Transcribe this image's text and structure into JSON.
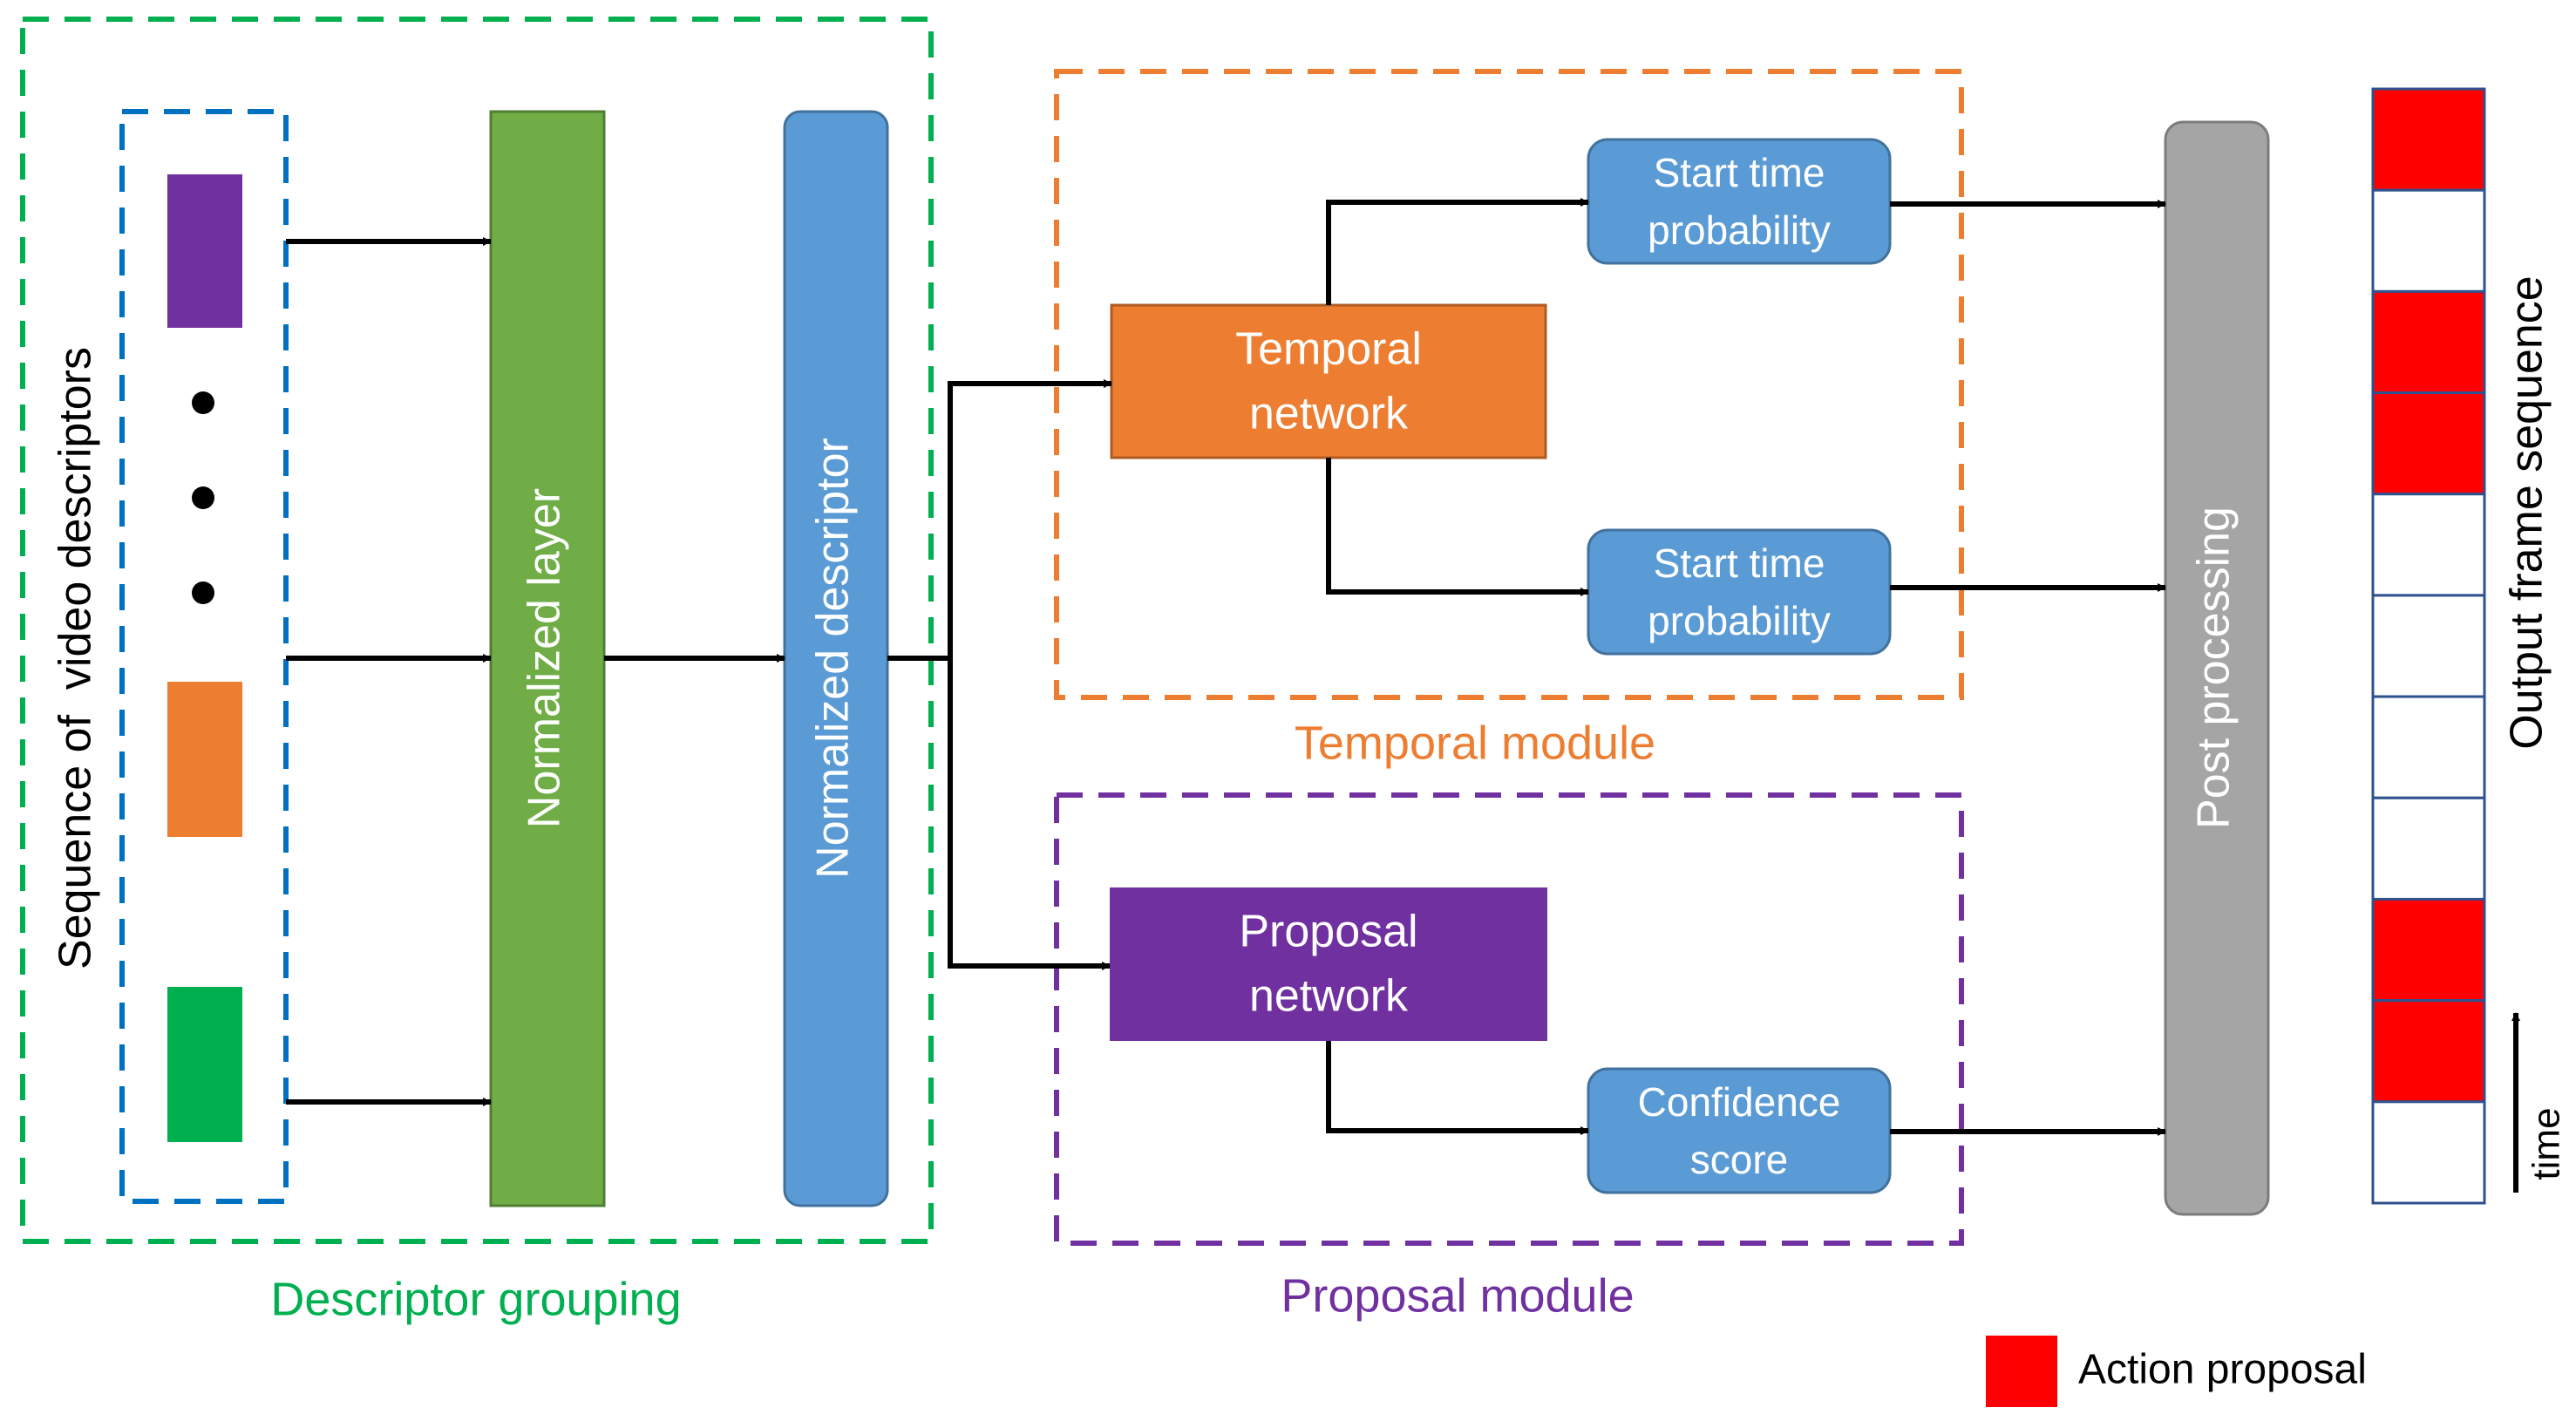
{
  "labels": {
    "input_sequence": "Sequence of  video descriptors",
    "normalized_layer": "Normalized layer",
    "normalized_descriptor": "Normalized descriptor",
    "temporal_network_line1": "Temporal",
    "temporal_network_line2": "network",
    "proposal_network_line1": "Proposal",
    "proposal_network_line2": "network",
    "start_prob_a_line1": "Start time",
    "start_prob_a_line2": "probability",
    "start_prob_b_line1": "Start time",
    "start_prob_b_line2": "probability",
    "confidence_line1": "Confidence",
    "confidence_line2": "score",
    "post_processing": "Post processing",
    "output_sequence": "Output frame sequence",
    "time": "time",
    "descriptor_grouping": "Descriptor grouping",
    "temporal_module": "Temporal module",
    "proposal_module": "Proposal module",
    "legend_action_proposal": "Action proposal"
  },
  "output_frames": [
    true,
    false,
    true,
    true,
    false,
    false,
    false,
    false,
    true,
    true,
    false
  ],
  "colors": {
    "grouping_border": "#00b050",
    "input_border": "#0070c0",
    "descriptor_purple": "#7030a0",
    "descriptor_orange": "#ed7d31",
    "descriptor_green": "#00b050",
    "normalized_layer_fill": "#70ad47",
    "normalized_descriptor_fill": "#5b9bd5",
    "temporal_network_fill": "#ed7d31",
    "proposal_network_fill": "#7030a0",
    "output_box_fill": "#5b9bd5",
    "post_processing_fill": "#a5a5a5",
    "action_proposal": "#ff0000",
    "temporal_module_border": "#ed7d31",
    "proposal_module_border": "#7030a0",
    "frame_border": "#2f528f"
  }
}
